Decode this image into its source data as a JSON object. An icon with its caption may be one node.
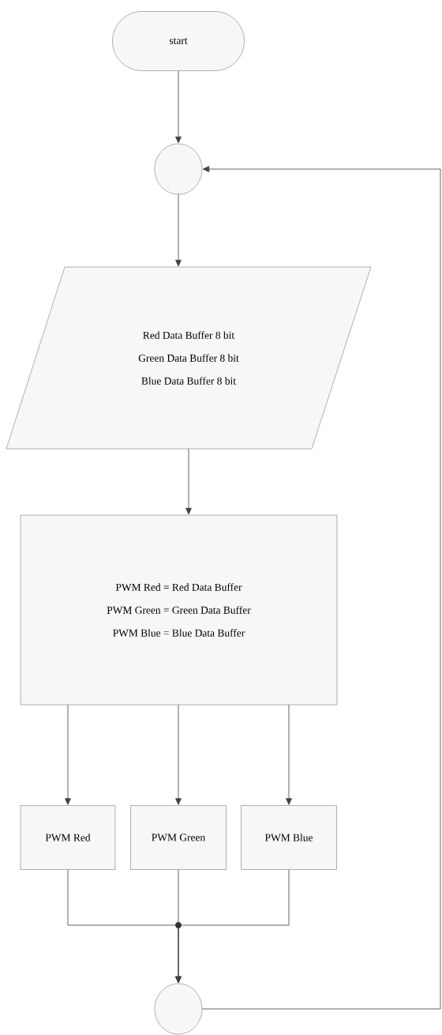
{
  "diagram": {
    "nodes": [
      {
        "text": [
          "start"
        ]
      },
      {
        "text": [],
        "shape": "circle"
      },
      {
        "text": [
          "Red Data Buffer 8 bit",
          "Green Data Buffer 8 bit",
          "Blue Data Buffer 8 bit"
        ]
      },
      {
        "text": [
          "PWM Red = Red Data Buffer",
          "PWM Green = Green Data Buffer",
          "PWM Blue = Blue Data Buffer"
        ]
      },
      {
        "text": [
          "PWM Red"
        ]
      },
      {
        "text": [
          "PWM Green"
        ]
      },
      {
        "text": [
          "PWM Blue"
        ]
      },
      {
        "text": [],
        "shape": "circle"
      }
    ],
    "edges": [
      {
        "from": 0,
        "to": 1,
        "arrow": "to"
      },
      {
        "from": 1,
        "to": 2,
        "arrow": "to"
      },
      {
        "from": 2,
        "to": 3,
        "arrow": "to"
      },
      {
        "from": 3,
        "to": 4,
        "arrow": "to"
      },
      {
        "from": 3,
        "to": 5,
        "arrow": "to"
      },
      {
        "from": 3,
        "to": 6,
        "arrow": "to"
      },
      {
        "from": 4,
        "to": 7,
        "arrow": "to"
      },
      {
        "from": 5,
        "to": 7,
        "arrow": "to"
      },
      {
        "from": 6,
        "to": 7,
        "arrow": "to"
      },
      {
        "from": 7,
        "to": 1,
        "arrow": "to"
      }
    ]
  }
}
